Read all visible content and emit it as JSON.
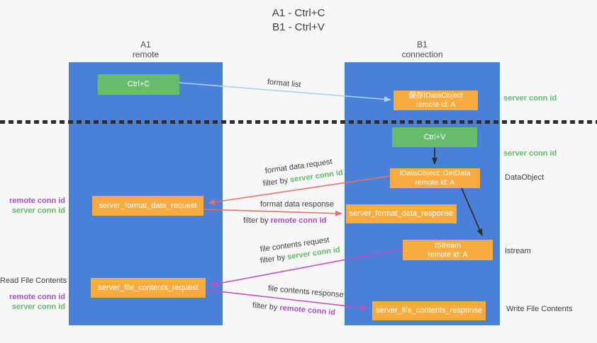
{
  "title": {
    "line1": "A1 - Ctrl+C",
    "line2": "B1 - Ctrl+V"
  },
  "columns": {
    "a1": {
      "id": "A1",
      "role": "remote"
    },
    "b1": {
      "id": "B1",
      "role": "connection"
    }
  },
  "boxes": {
    "ctrl_c": {
      "label": "Ctrl+C"
    },
    "ctrl_v": {
      "label": "Ctrl+V"
    },
    "save_dataobject": {
      "line1": "保存IDataObject",
      "line2": "remote id: A"
    },
    "getdata": {
      "line1": "IDataObject::GetData",
      "line2": "remote id: A"
    },
    "istream": {
      "line1": "IStream",
      "line2": "remote id: A"
    },
    "server_format_data_request": {
      "label": "server_format_data_request"
    },
    "server_format_data_response": {
      "label": "server_format_data_response"
    },
    "server_file_contents_request": {
      "label": "server_file_contents_request"
    },
    "server_file_contents_response": {
      "label": "server_file_contents_response"
    }
  },
  "arrow_labels": {
    "format_list": "format list",
    "format_data_request": "format data request",
    "format_data_response": "format data response",
    "file_contents_request": "file contents request",
    "file_contents_response": "file contents response",
    "filter_by": "filter by",
    "server_conn_id": "server conn id",
    "remote_conn_id": "remote conn id"
  },
  "side_labels": {
    "server_conn_id": "server conn id",
    "remote_conn_id": "remote conn id",
    "dataobject": "DataObject",
    "istream": "Istream",
    "read_file_contents": "Read File Contents",
    "write_file_contents": "Write File Contents"
  },
  "colors": {
    "bg": "#f7f7f8",
    "column-blue": "#4a80d8",
    "box-green": "#68bd6d",
    "box-orange": "#f8ac40",
    "arrow-red": "#e87068",
    "arrow-magenta": "#c44dc4",
    "arrow-lightblue": "#a8d2ee",
    "arrow-black": "#2e2e2e",
    "text-green": "#5fbb6a",
    "text-purple": "#ab4fc6",
    "text-dark": "#3d3d3d"
  }
}
